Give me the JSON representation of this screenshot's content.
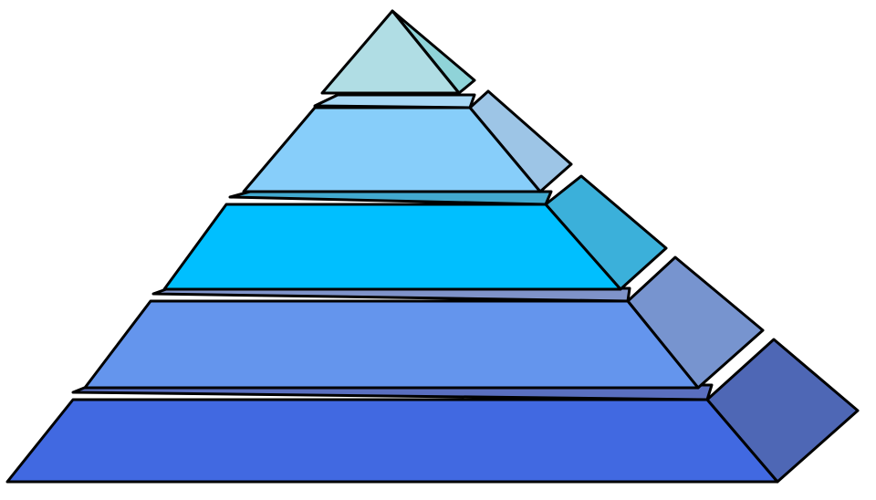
{
  "diagram": {
    "type": "layered-pyramid",
    "layer_count": 5,
    "stroke_color": "#000000",
    "background_color": "#ffffff",
    "layers": [
      {
        "id": "layer-1-apex",
        "front": "#b0dde4",
        "side": "#8fd3d8",
        "top": "#b0dde4"
      },
      {
        "id": "layer-2",
        "front": "#87cefa",
        "side": "#9dc5e6",
        "top": "#a8d8f5"
      },
      {
        "id": "layer-3",
        "front": "#00bfff",
        "side": "#3bb0da",
        "top": "#42a9cf"
      },
      {
        "id": "layer-4",
        "front": "#6495ed",
        "side": "#7794cf",
        "top": "#7f93c9"
      },
      {
        "id": "layer-5-base",
        "front": "#4169e1",
        "side": "#4e67b5",
        "top": "#5a6fbf"
      }
    ]
  }
}
